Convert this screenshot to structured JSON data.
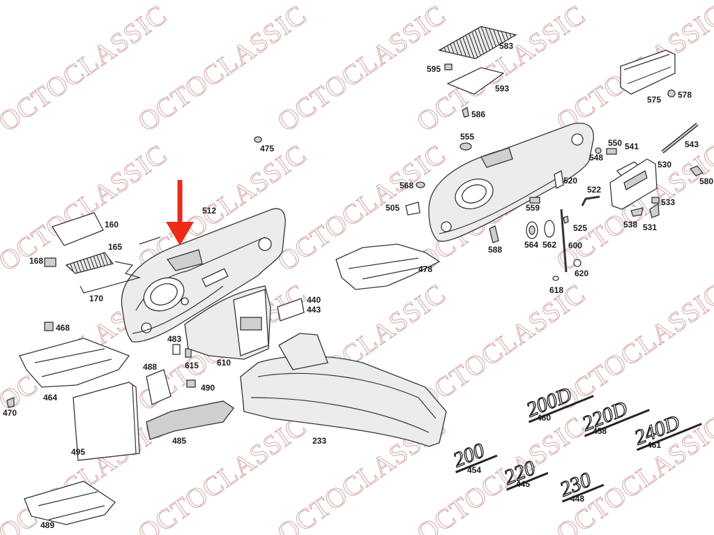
{
  "watermark": "OCTOCLASSIC",
  "arrow_color": "#ee2a1a",
  "badges": [
    "200D",
    "220D",
    "240D",
    "200",
    "220",
    "230"
  ],
  "callouts": [
    {
      "id": "c160",
      "text": "160"
    },
    {
      "id": "c165",
      "text": "165"
    },
    {
      "id": "c168",
      "text": "168"
    },
    {
      "id": "c170",
      "text": "170"
    },
    {
      "id": "c512",
      "text": "512"
    },
    {
      "id": "c475",
      "text": "475"
    },
    {
      "id": "c468",
      "text": "468"
    },
    {
      "id": "c464",
      "text": "464"
    },
    {
      "id": "c470",
      "text": "470"
    },
    {
      "id": "c495",
      "text": "495"
    },
    {
      "id": "c489",
      "text": "489"
    },
    {
      "id": "c483",
      "text": "483"
    },
    {
      "id": "c615",
      "text": "615"
    },
    {
      "id": "c610",
      "text": "610"
    },
    {
      "id": "c488",
      "text": "488"
    },
    {
      "id": "c490",
      "text": "490"
    },
    {
      "id": "c485",
      "text": "485"
    },
    {
      "id": "c440",
      "text": "440"
    },
    {
      "id": "c443",
      "text": "443"
    },
    {
      "id": "c233",
      "text": "233"
    },
    {
      "id": "c478",
      "text": "478"
    },
    {
      "id": "c505",
      "text": "505"
    },
    {
      "id": "c568",
      "text": "568"
    },
    {
      "id": "c555",
      "text": "555"
    },
    {
      "id": "c586",
      "text": "586"
    },
    {
      "id": "c595",
      "text": "595"
    },
    {
      "id": "c583",
      "text": "583"
    },
    {
      "id": "c593",
      "text": "593"
    },
    {
      "id": "c575",
      "text": "575"
    },
    {
      "id": "c578",
      "text": "578"
    },
    {
      "id": "c548",
      "text": "548"
    },
    {
      "id": "c550",
      "text": "550"
    },
    {
      "id": "c541",
      "text": "541"
    },
    {
      "id": "c543",
      "text": "543"
    },
    {
      "id": "c530",
      "text": "530"
    },
    {
      "id": "c580",
      "text": "580"
    },
    {
      "id": "c520",
      "text": "520"
    },
    {
      "id": "c522",
      "text": "522"
    },
    {
      "id": "c533",
      "text": "533"
    },
    {
      "id": "c538",
      "text": "538"
    },
    {
      "id": "c531",
      "text": "531"
    },
    {
      "id": "c559",
      "text": "559"
    },
    {
      "id": "c525",
      "text": "525"
    },
    {
      "id": "c588",
      "text": "588"
    },
    {
      "id": "c564",
      "text": "564"
    },
    {
      "id": "c562",
      "text": "562"
    },
    {
      "id": "c600",
      "text": "600"
    },
    {
      "id": "c620",
      "text": "620"
    },
    {
      "id": "c618",
      "text": "618"
    },
    {
      "id": "c460",
      "text": "460"
    },
    {
      "id": "c458",
      "text": "458"
    },
    {
      "id": "c461",
      "text": "461"
    },
    {
      "id": "c454",
      "text": "454"
    },
    {
      "id": "c445",
      "text": "445"
    },
    {
      "id": "c448",
      "text": "448"
    }
  ]
}
